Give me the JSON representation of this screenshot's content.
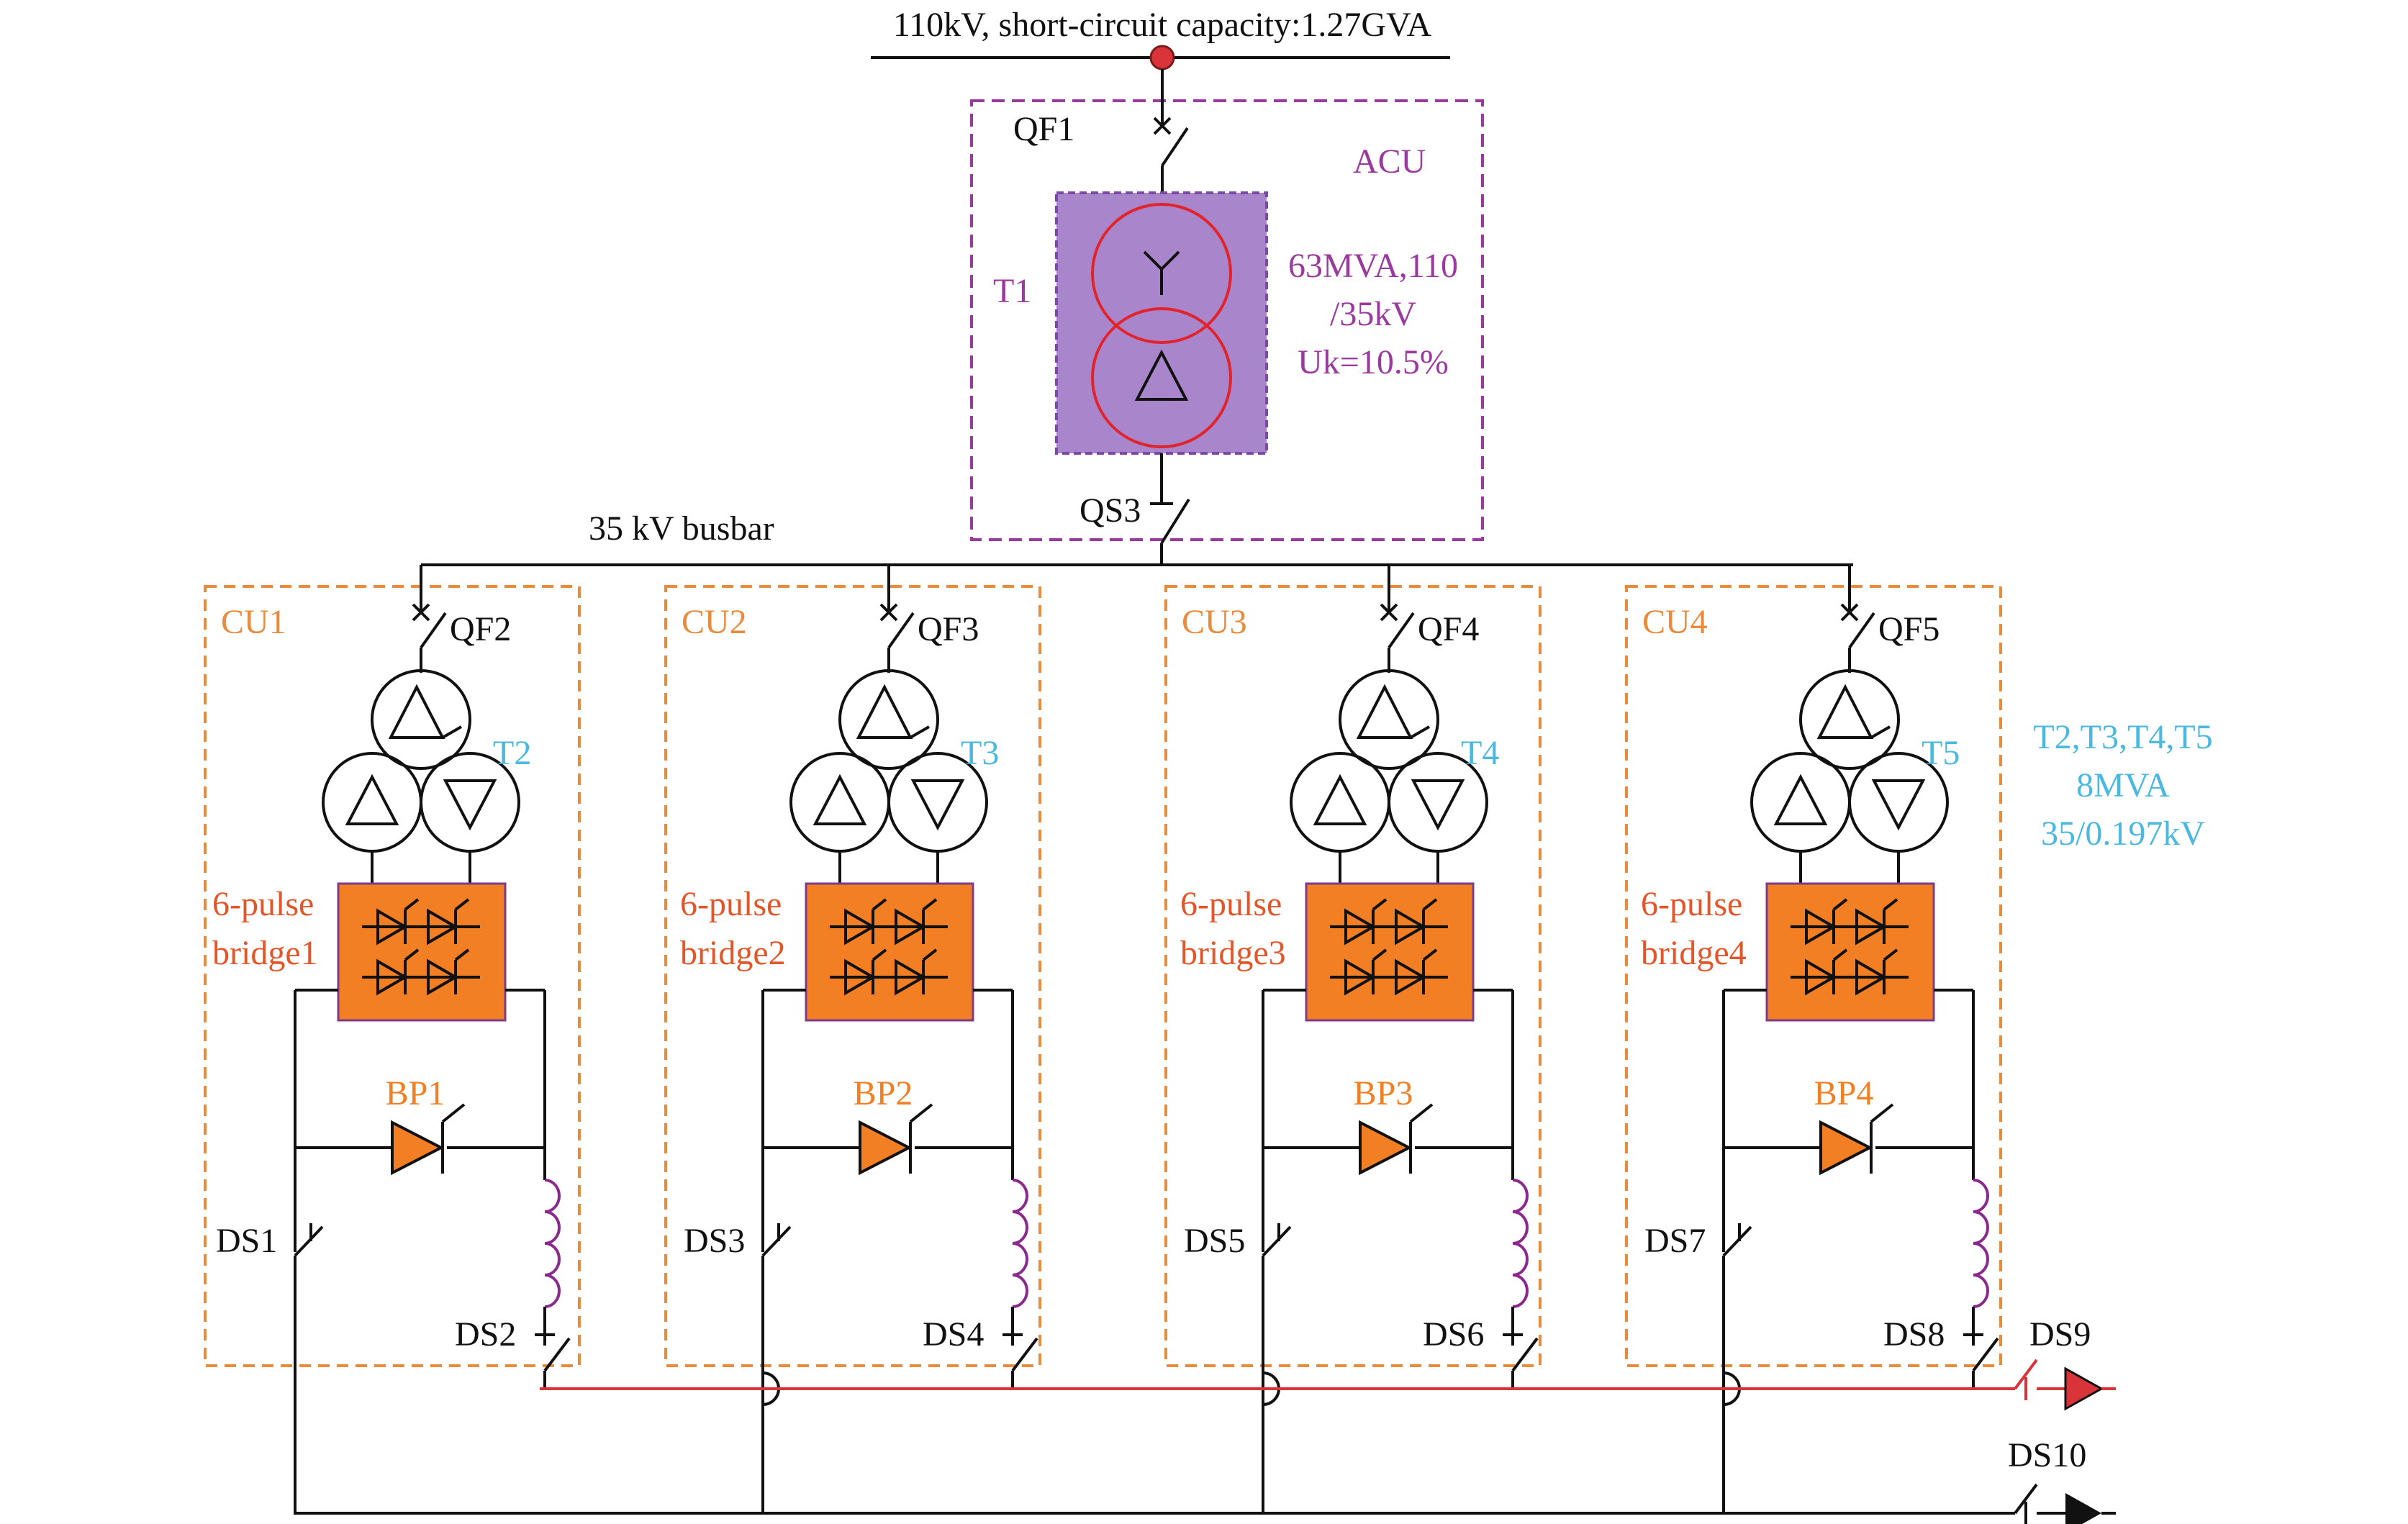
{
  "header": {
    "grid_label": "110kV, short-circuit capacity:1.27GVA",
    "qf1_label": "QF1",
    "qs3_label": "QS3",
    "busbar_label": "35 kV busbar"
  },
  "acu": {
    "label": "ACU",
    "transformer_label": "T1",
    "spec_line1": "63MVA,110",
    "spec_line2": "/35kV",
    "spec_line3": "Uk=10.5%"
  },
  "units": [
    {
      "cu": "CU1",
      "breaker": "QF2",
      "transformer": "T2",
      "bridge_line1": "6-pulse",
      "bridge_line2": "bridge1",
      "bypass": "BP1",
      "switch_a": "DS1",
      "switch_b": "DS2"
    },
    {
      "cu": "CU2",
      "breaker": "QF3",
      "transformer": "T3",
      "bridge_line1": "6-pulse",
      "bridge_line2": "bridge2",
      "bypass": "BP2",
      "switch_a": "DS3",
      "switch_b": "DS4"
    },
    {
      "cu": "CU3",
      "breaker": "QF4",
      "transformer": "T4",
      "bridge_line1": "6-pulse",
      "bridge_line2": "bridge3",
      "bypass": "BP3",
      "switch_a": "DS5",
      "switch_b": "DS6"
    },
    {
      "cu": "CU4",
      "breaker": "QF5",
      "transformer": "T5",
      "bridge_line1": "6-pulse",
      "bridge_line2": "bridge4",
      "bypass": "BP4",
      "switch_a": "DS7",
      "switch_b": "DS8"
    }
  ],
  "transformer_spec": {
    "line1": "T2,T3,T4,T5",
    "line2": "8MVA",
    "line3": "35/0.197kV"
  },
  "outputs": {
    "positive_switch": "DS9",
    "negative_switch": "DS10"
  },
  "colors": {
    "acu": "#9b3a9e",
    "acu_fill": "#a985cc",
    "cu": "#e98b3c",
    "bridge_fill": "#f27f23",
    "transformer_label": "#4bb8e0",
    "bridge_label": "#e2562a",
    "positive_line": "#d9343a",
    "inductor": "#8a2a8c"
  }
}
